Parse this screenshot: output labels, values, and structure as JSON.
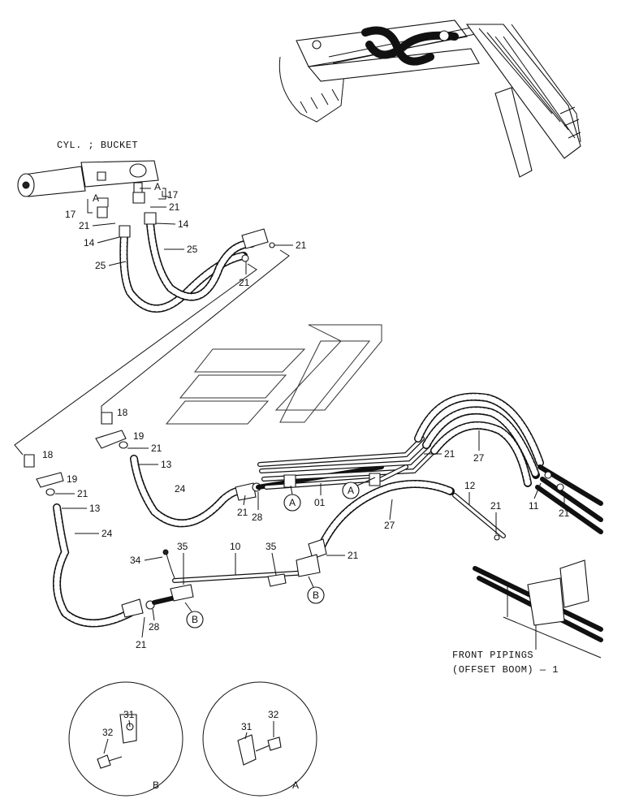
{
  "titles": {
    "cylinder": "CYL. ; BUCKET",
    "caption_line1": "FRONT PIPINGS",
    "caption_line2": "(OFFSET BOOM) — 1"
  },
  "callouts": {
    "a": "A",
    "b": "B",
    "p01": "01",
    "p10": "10",
    "p11": "11",
    "p12": "12",
    "p13": "13",
    "p14": "14",
    "p17": "17",
    "p18": "18",
    "p19": "19",
    "p21": "21",
    "p24": "24",
    "p25": "25",
    "p27": "27",
    "p28": "28",
    "p31": "31",
    "p32": "32",
    "p34": "34",
    "p35": "35"
  },
  "details": [
    {
      "letter": "B",
      "parts": [
        "31",
        "32"
      ]
    },
    {
      "letter": "A",
      "parts": [
        "31",
        "32"
      ]
    }
  ]
}
